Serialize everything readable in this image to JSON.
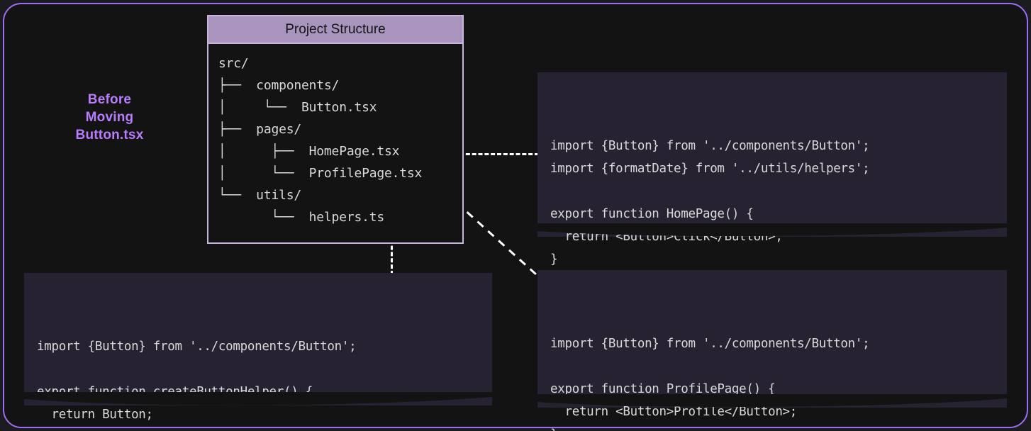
{
  "theme": {
    "page_bg": "#1b1b20",
    "canvas_bg": "#131313",
    "frame_border": "#9b6ef3",
    "accent_purple": "#b77dfd",
    "header_bg": "#a894bd",
    "box_border": "#c7b4dd",
    "code_bg": "#262231",
    "code_fg": "#d9d9d9",
    "connector": "#ffffff"
  },
  "step_label": {
    "line1": "Before",
    "line2": "Moving",
    "line3": "Button.tsx"
  },
  "tree_panel": {
    "title": "Project Structure",
    "lines": [
      "src/",
      "├──  components/",
      "│     └──  Button.tsx",
      "├──  pages/",
      "│      ├──  HomePage.tsx",
      "│      └──  ProfilePage.tsx",
      "└──  utils/",
      "       └──  helpers.ts"
    ]
  },
  "code_panels": {
    "homepage": {
      "name": "HomePage.tsx",
      "code": "import {Button} from '../components/Button';\nimport {formatDate} from '../utils/helpers';\n\nexport function HomePage() {\n  return <Button>Click</Button>;\n}"
    },
    "helpers": {
      "name": "helpers.ts",
      "code": "import {Button} from '../components/Button';\n\nexport function createButtonHelper() {\n  return Button;\n}"
    },
    "profilepage": {
      "name": "ProfilePage.tsx",
      "code": "import {Button} from '../components/Button';\n\nexport function ProfilePage() {\n  return <Button>Profile</Button>;\n}"
    }
  },
  "connectors": [
    {
      "from": "HomePage.tsx",
      "to": "homepage-code-panel",
      "style": "dashed-horizontal"
    },
    {
      "from": "helpers.ts",
      "to": "helpers-code-panel",
      "style": "dashed-vertical"
    },
    {
      "from": "ProfilePage.tsx",
      "to": "profilepage-code-panel",
      "style": "dashed-diagonal"
    }
  ]
}
